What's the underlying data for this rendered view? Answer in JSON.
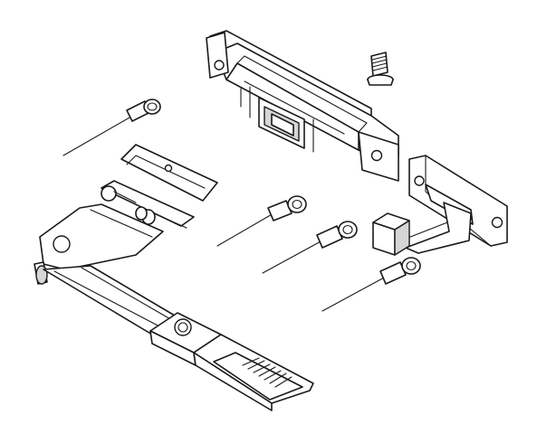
{
  "diagram": {
    "parts": [
      {
        "id": "hinge-arm-assembly",
        "kind": "hinge arm with latch handle"
      },
      {
        "id": "catch-bracket",
        "kind": "slotted catch bracket"
      },
      {
        "id": "small-screw",
        "kind": "screw"
      },
      {
        "id": "striker-bracket",
        "kind": "L-shaped striker bracket"
      },
      {
        "id": "blind-rivet",
        "kind": "rivet",
        "count": 4
      }
    ],
    "colors": {
      "line": "#1a1a1a",
      "fill": "#ffffff",
      "shade": "#d6d6d6"
    }
  }
}
